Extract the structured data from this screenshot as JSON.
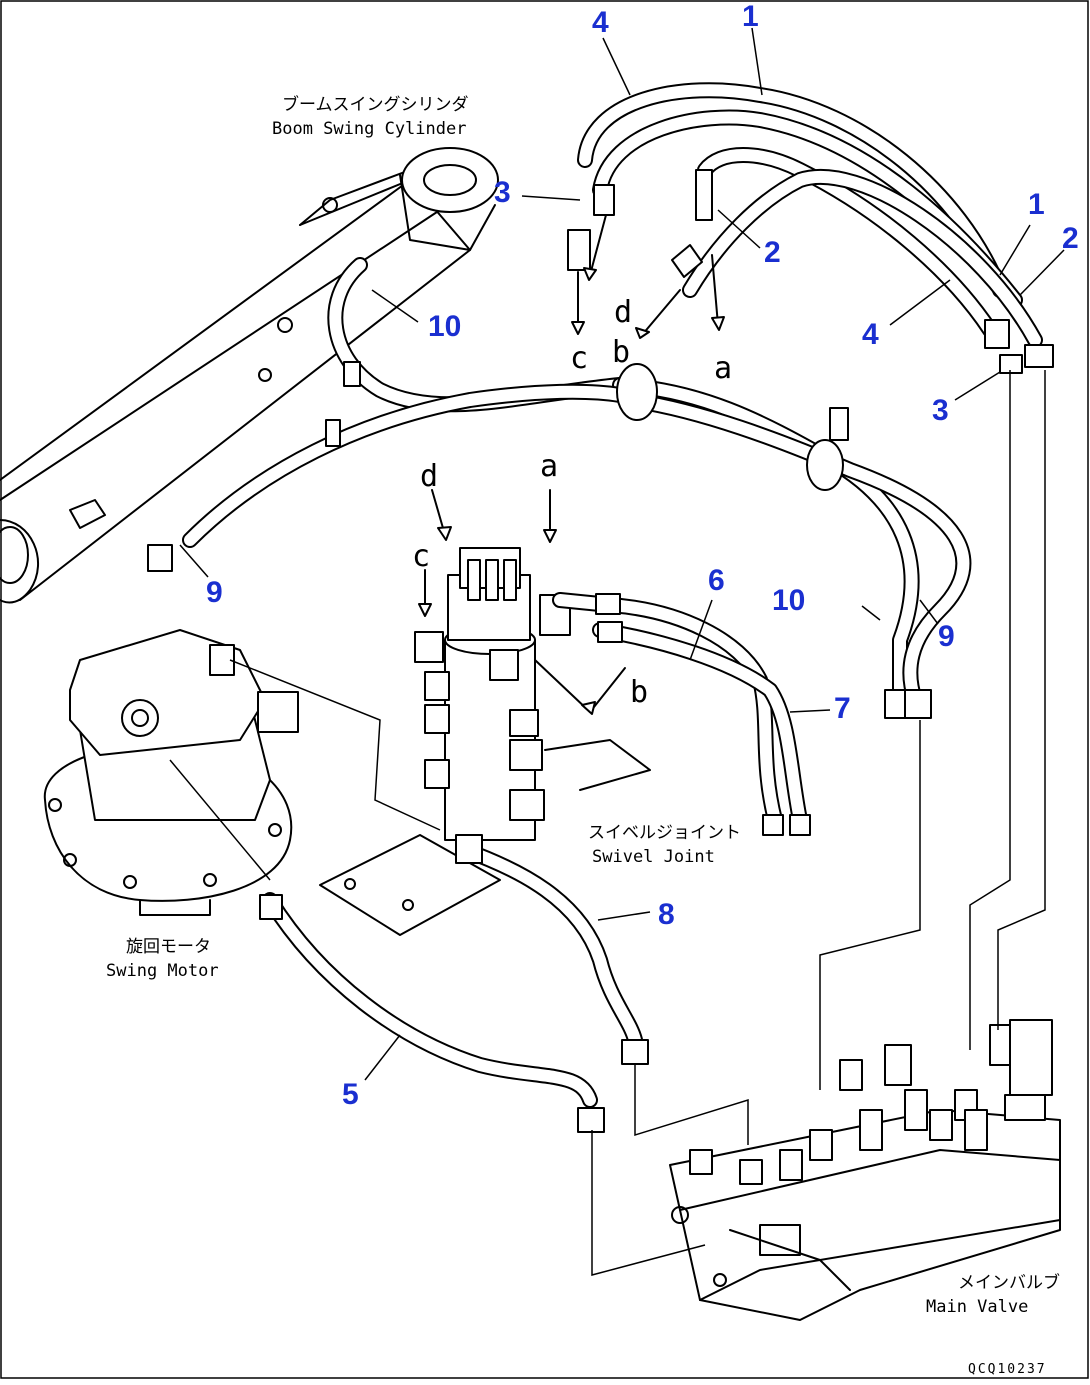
{
  "labels": {
    "boom_cyl_jp": "ブームスイングシリンダ",
    "boom_cyl_en": "Boom Swing Cylinder",
    "swivel_jp": "スイベルジョイント",
    "swivel_en": "Swivel Joint",
    "motor_jp": "旋回モータ",
    "motor_en": "Swing Motor",
    "valve_jp": "メインバルブ",
    "valve_en": "Main Valve",
    "doc_code": "QCQ10237"
  },
  "callouts": {
    "p1": "1",
    "p2": "2",
    "p3": "3",
    "p4": "4",
    "p5": "5",
    "p6": "6",
    "p7": "7",
    "p8": "8",
    "p9": "9",
    "p10": "10"
  },
  "ports": {
    "a": "a",
    "b": "b",
    "c": "c",
    "d": "d"
  },
  "colors": {
    "callout": "#1a2fd0",
    "line": "#000000",
    "background": "#ffffff"
  }
}
